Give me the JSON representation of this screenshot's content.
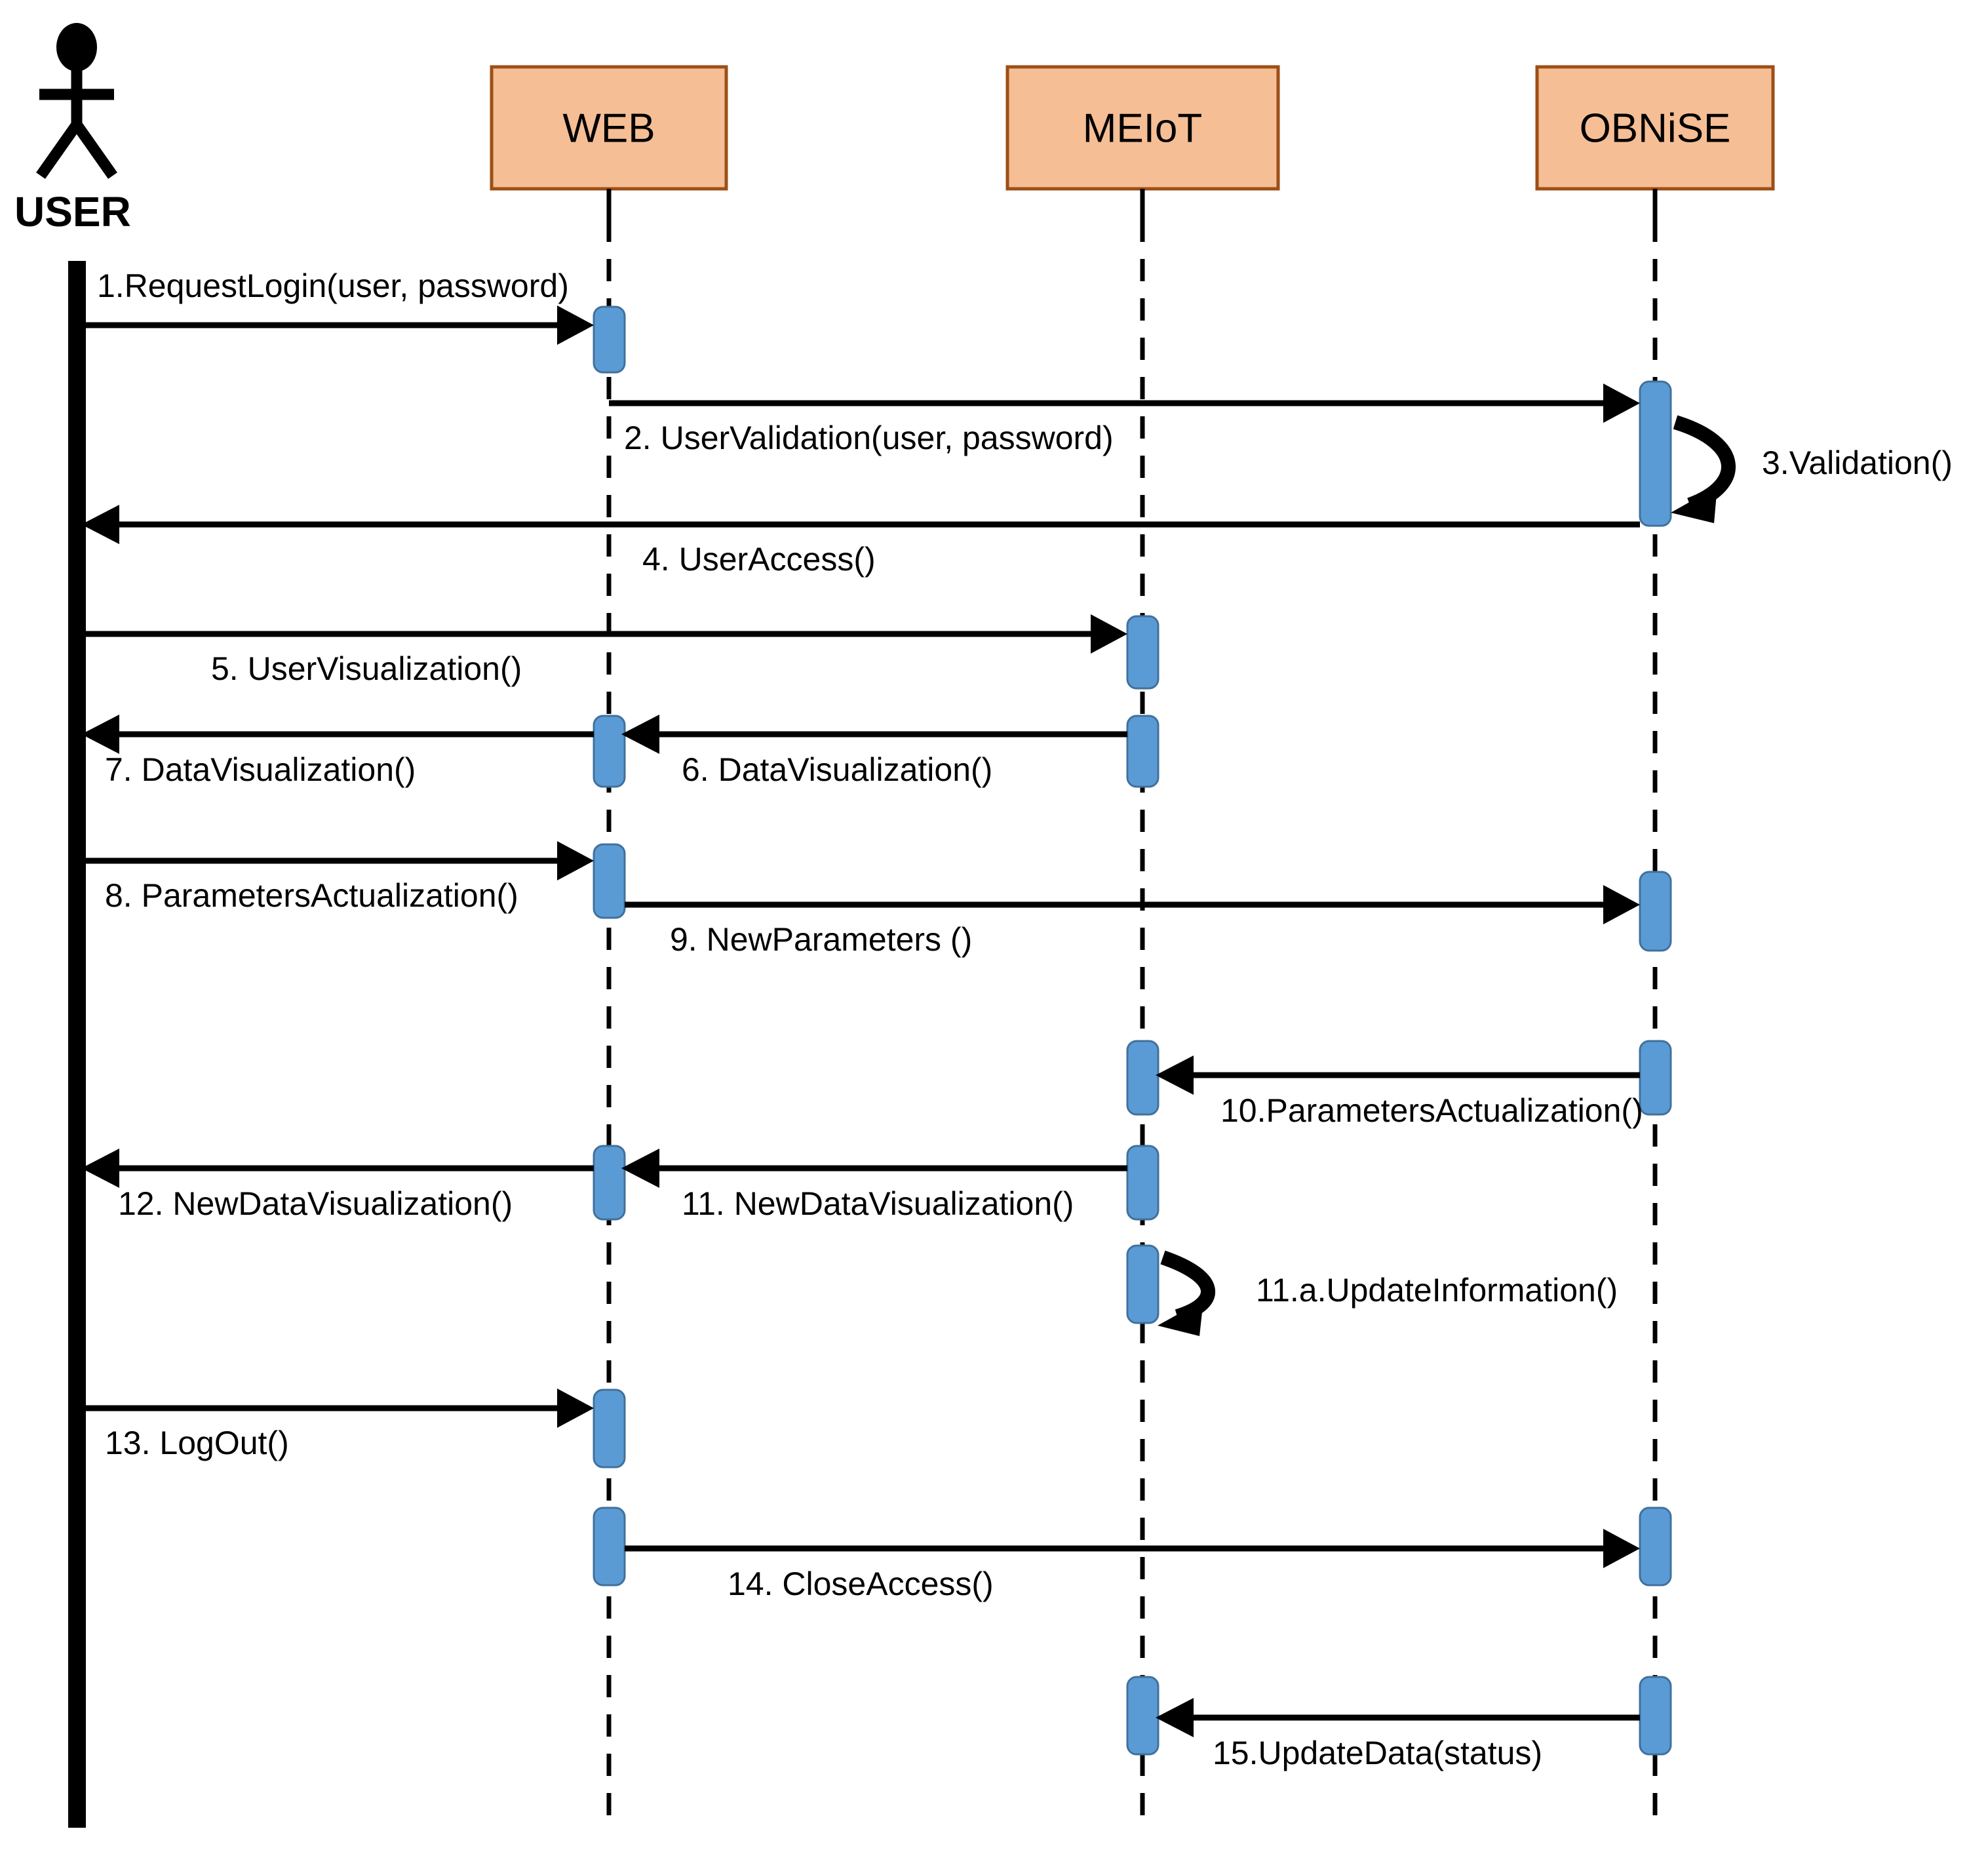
{
  "diagram": {
    "type": "uml-sequence-diagram",
    "title": "",
    "colors": {
      "participant_fill": "#F5BE95",
      "participant_border": "#9C4F17",
      "activation_fill": "#5B9BD5",
      "activation_border": "#41719C",
      "line": "#000000",
      "background": "#FFFFFF"
    }
  },
  "actor": {
    "label": "USER",
    "icon": "stick-figure-actor-icon"
  },
  "participants": [
    {
      "label": "WEB"
    },
    {
      "label": "MEIoT"
    },
    {
      "label": "OBNiSE"
    }
  ],
  "messages": [
    {
      "num": "1",
      "label": "1.RequestLogin(user, password)",
      "from": "USER",
      "to": "WEB",
      "kind": "call"
    },
    {
      "num": "2",
      "label": "2. UserValidation(user, password)",
      "from": "WEB",
      "to": "OBNiSE",
      "kind": "call"
    },
    {
      "num": "3",
      "label": "3.Validation()",
      "from": "OBNiSE",
      "to": "OBNiSE",
      "kind": "self"
    },
    {
      "num": "4",
      "label": "4. UserAccess()",
      "from": "OBNiSE",
      "to": "USER",
      "kind": "return"
    },
    {
      "num": "5",
      "label": "5. UserVisualization()",
      "from": "USER",
      "to": "MEIoT",
      "kind": "call"
    },
    {
      "num": "6",
      "label": "6. DataVisualization()",
      "from": "MEIoT",
      "to": "WEB",
      "kind": "return"
    },
    {
      "num": "7",
      "label": "7. DataVisualization()",
      "from": "WEB",
      "to": "USER",
      "kind": "return"
    },
    {
      "num": "8",
      "label": "8. ParametersActualization()",
      "from": "USER",
      "to": "WEB",
      "kind": "call"
    },
    {
      "num": "9",
      "label": "9. NewParameters ()",
      "from": "WEB",
      "to": "OBNiSE",
      "kind": "call"
    },
    {
      "num": "10",
      "label": "10.ParametersActualization()",
      "from": "OBNiSE",
      "to": "MEIoT",
      "kind": "call"
    },
    {
      "num": "11",
      "label": "11. NewDataVisualization()",
      "from": "MEIoT",
      "to": "WEB",
      "kind": "return"
    },
    {
      "num": "12",
      "label": "12. NewDataVisualization()",
      "from": "WEB",
      "to": "USER",
      "kind": "return"
    },
    {
      "num": "11.a",
      "label": "11.a.UpdateInformation()",
      "from": "MEIoT",
      "to": "MEIoT",
      "kind": "self"
    },
    {
      "num": "13",
      "label": "13. LogOut()",
      "from": "USER",
      "to": "WEB",
      "kind": "call"
    },
    {
      "num": "14",
      "label": "14. CloseAccess()",
      "from": "WEB",
      "to": "OBNiSE",
      "kind": "call"
    },
    {
      "num": "15",
      "label": "15.UpdateData(status)",
      "from": "OBNiSE",
      "to": "MEIoT",
      "kind": "call"
    }
  ]
}
